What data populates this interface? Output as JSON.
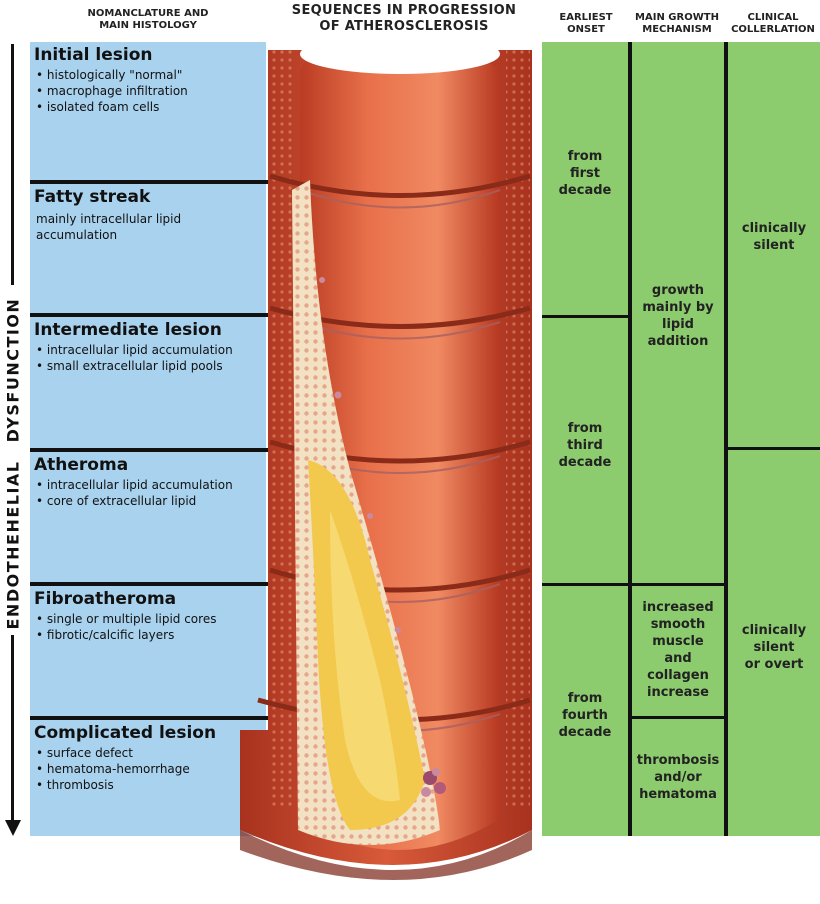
{
  "headers": {
    "nomenclature": "NOMANCLATURE AND\nMAIN HISTOLOGY",
    "sequences": "SEQUENCES IN PROGRESSION\nOF ATHEROSCLEROSIS",
    "onset": "EARLIEST\nONSET",
    "growth": "MAIN GROWTH\nMECHANISM",
    "clinical": "CLINICAL\nCOLLERLATION"
  },
  "side_label": {
    "word1": "ENDOTHEHELIAL",
    "word2": "DYSFUNCTION"
  },
  "stages": [
    {
      "title": "Initial lesion",
      "items": [
        "histologically \"normal\"",
        "macrophage infiltration",
        "isolated foam cells"
      ],
      "bullets": true
    },
    {
      "title": "Fatty streak",
      "items": [
        "mainly intracellular lipid",
        "accumulation"
      ],
      "bullets": false
    },
    {
      "title": "Intermediate lesion",
      "items": [
        "intracellular lipid accumulation",
        "small extracellular lipid pools"
      ],
      "bullets": true
    },
    {
      "title": "Atheroma",
      "items": [
        "intracellular lipid accumulation",
        "core of extracellular lipid"
      ],
      "bullets": true
    },
    {
      "title": "Fibroatheroma",
      "items": [
        "single or multiple lipid cores",
        "fibrotic/calcific layers"
      ],
      "bullets": true
    },
    {
      "title": "Complicated lesion",
      "items": [
        "surface defect",
        "hematoma-hemorrhage",
        "thrombosis"
      ],
      "bullets": true
    }
  ],
  "onset": [
    "from\nfirst\ndecade",
    "from\nthird\ndecade",
    "from\nfourth\ndecade"
  ],
  "growth": [
    "growth\nmainly by\nlipid\naddition",
    "increased\nsmooth\nmuscle\nand\ncollagen\nincrease",
    "thrombosis\nand/or\nhematoma"
  ],
  "clinical": [
    "clinically\nsilent",
    "clinically\nsilent\nor overt"
  ],
  "colors": {
    "stage_bg": "#a9d2ee",
    "green_bg": "#8ccc6e",
    "artery_wall": "#c8452c",
    "lumen": "#e8704a",
    "lipid": "#f2c94c"
  }
}
